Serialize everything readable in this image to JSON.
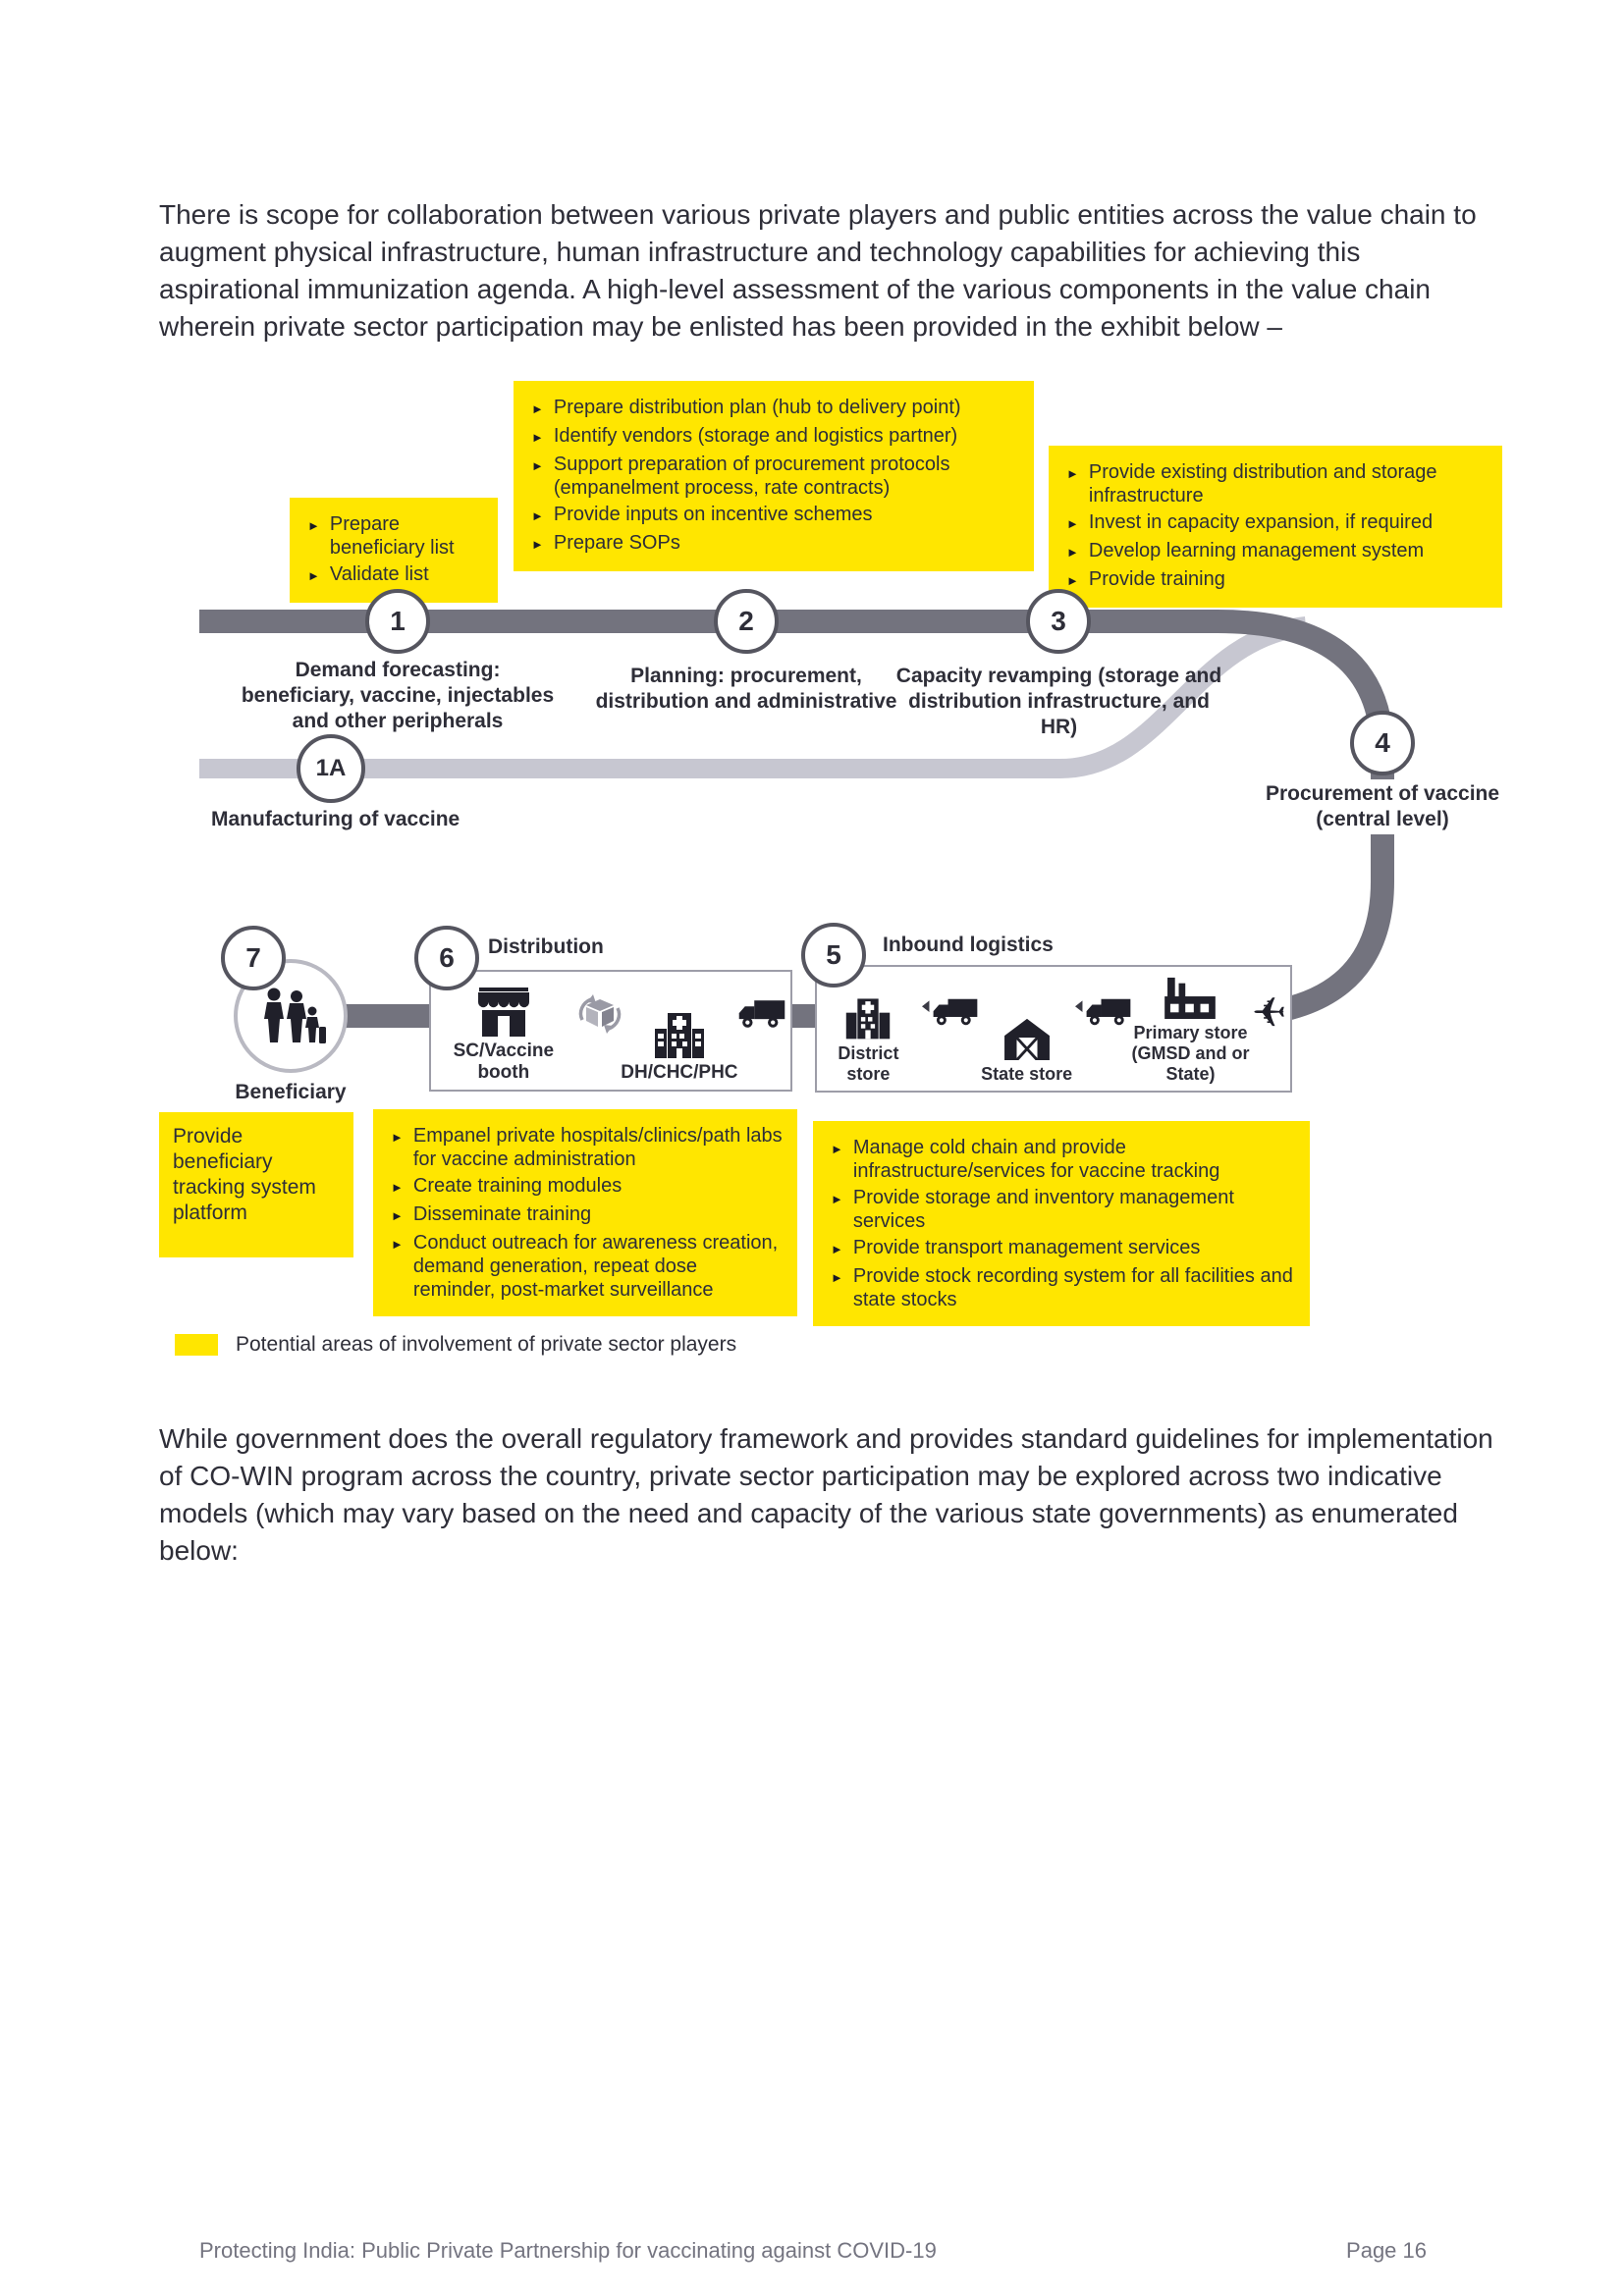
{
  "colors": {
    "accent_yellow": "#FFE600",
    "dark_line": "#73737E",
    "light_line": "#C7C7D1",
    "text": "#2E2E38",
    "muted": "#747480"
  },
  "icons": {
    "bullet_marker": "black right-pointing pointer",
    "plane_glyph": "airplane"
  },
  "intro": "There is scope for collaboration between various private players and public entities across the value chain to augment physical infrastructure, human infrastructure and technology capabilities for achieving this aspirational immunization agenda. A high-level assessment of the various components in the value chain wherein private sector participation may be enlisted has been provided in the exhibit below –",
  "diagram": {
    "nodes": {
      "n1": {
        "num": "1",
        "label": "Demand forecasting: beneficiary, vaccine, injectables and other peripherals"
      },
      "n1a": {
        "num": "1A",
        "label": "Manufacturing of vaccine"
      },
      "n2": {
        "num": "2",
        "label": "Planning: procurement, distribution and administrative"
      },
      "n3": {
        "num": "3",
        "label": "Capacity revamping (storage and distribution infrastructure, and HR)"
      },
      "n4": {
        "num": "4",
        "label": "Procurement of vaccine (central level)"
      },
      "n5": {
        "num": "5",
        "label": "Inbound logistics"
      },
      "n6": {
        "num": "6",
        "label": "Distribution"
      },
      "n7": {
        "num": "7",
        "label": "Beneficiary"
      }
    },
    "callouts": {
      "demand": {
        "items": [
          "Prepare beneficiary list",
          "Validate list"
        ]
      },
      "planning": {
        "items": [
          "Prepare distribution plan (hub to delivery point)",
          "Identify vendors (storage and logistics partner)",
          "Support preparation of procurement protocols (empanelment process, rate contracts)",
          "Provide inputs on incentive schemes",
          "Prepare SOPs"
        ]
      },
      "capacity": {
        "items": [
          "Provide existing distribution and storage infrastructure",
          "Invest in capacity expansion, if required",
          "Develop learning management system",
          "Provide training"
        ]
      },
      "beneficiary": {
        "text": "Provide beneficiary tracking system platform"
      },
      "distribution": {
        "items": [
          "Empanel private hospitals/clinics/path labs for vaccine administration",
          "Create training modules",
          "Disseminate training",
          "Conduct outreach for awareness creation, demand generation, repeat dose reminder, post-market surveillance"
        ]
      },
      "inbound": {
        "items": [
          "Manage cold chain and provide infrastructure/services for vaccine tracking",
          "Provide storage and inventory management services",
          "Provide transport management services",
          "Provide stock recording system for all facilities and state stocks"
        ]
      }
    },
    "stations": {
      "sc_booth": "SC/Vaccine booth",
      "dh_chc_phc": "DH/CHC/PHC",
      "district_store": "District store",
      "state_store": "State store",
      "primary_store": "Primary store (GMSD and or State)"
    },
    "legend": "Potential areas of involvement of private sector players"
  },
  "closing": "While government does the overall regulatory framework and provides standard guidelines for implementation of CO-WIN program across the country, private sector participation may be explored across two indicative models (which may vary based on the need and capacity of the various state governments) as enumerated below:",
  "footer": {
    "left": "Protecting India: Public Private Partnership for vaccinating against COVID-19",
    "right": "Page 16"
  }
}
